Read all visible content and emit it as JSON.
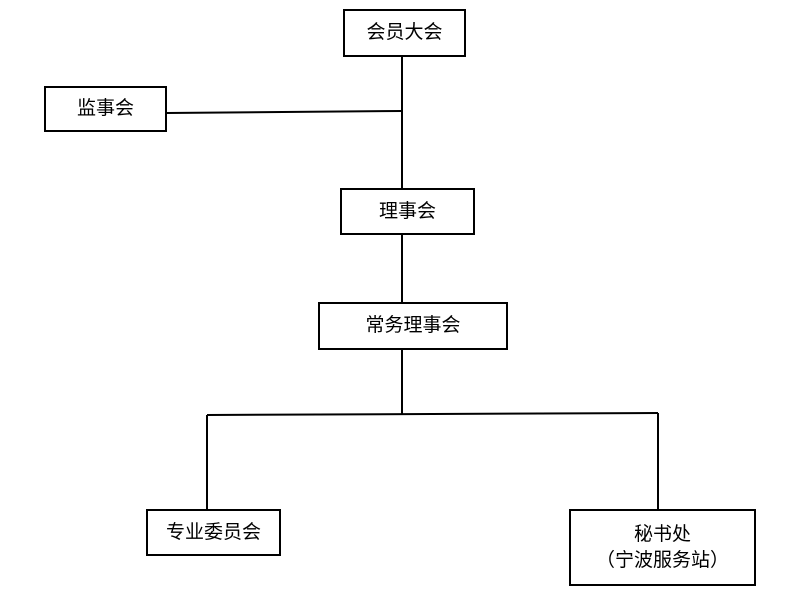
{
  "diagram": {
    "nodes": {
      "general_assembly": {
        "label": "会员大会"
      },
      "supervisory_board": {
        "label": "监事会"
      },
      "council": {
        "label": "理事会"
      },
      "standing_council": {
        "label": "常务理事会"
      },
      "professional_committees": {
        "label": "专业委员会"
      },
      "secretariat": {
        "label": "秘书处",
        "sublabel": "（宁波服务站）"
      }
    },
    "edges": [
      {
        "from": "general_assembly",
        "to": "council"
      },
      {
        "from": "supervisory_board",
        "to": "general_assembly-council-link"
      },
      {
        "from": "council",
        "to": "standing_council"
      },
      {
        "from": "standing_council",
        "to": "professional_committees"
      },
      {
        "from": "standing_council",
        "to": "secretariat"
      }
    ],
    "colors": {
      "line": "#000000",
      "box_border": "#000000",
      "background": "#ffffff"
    }
  }
}
